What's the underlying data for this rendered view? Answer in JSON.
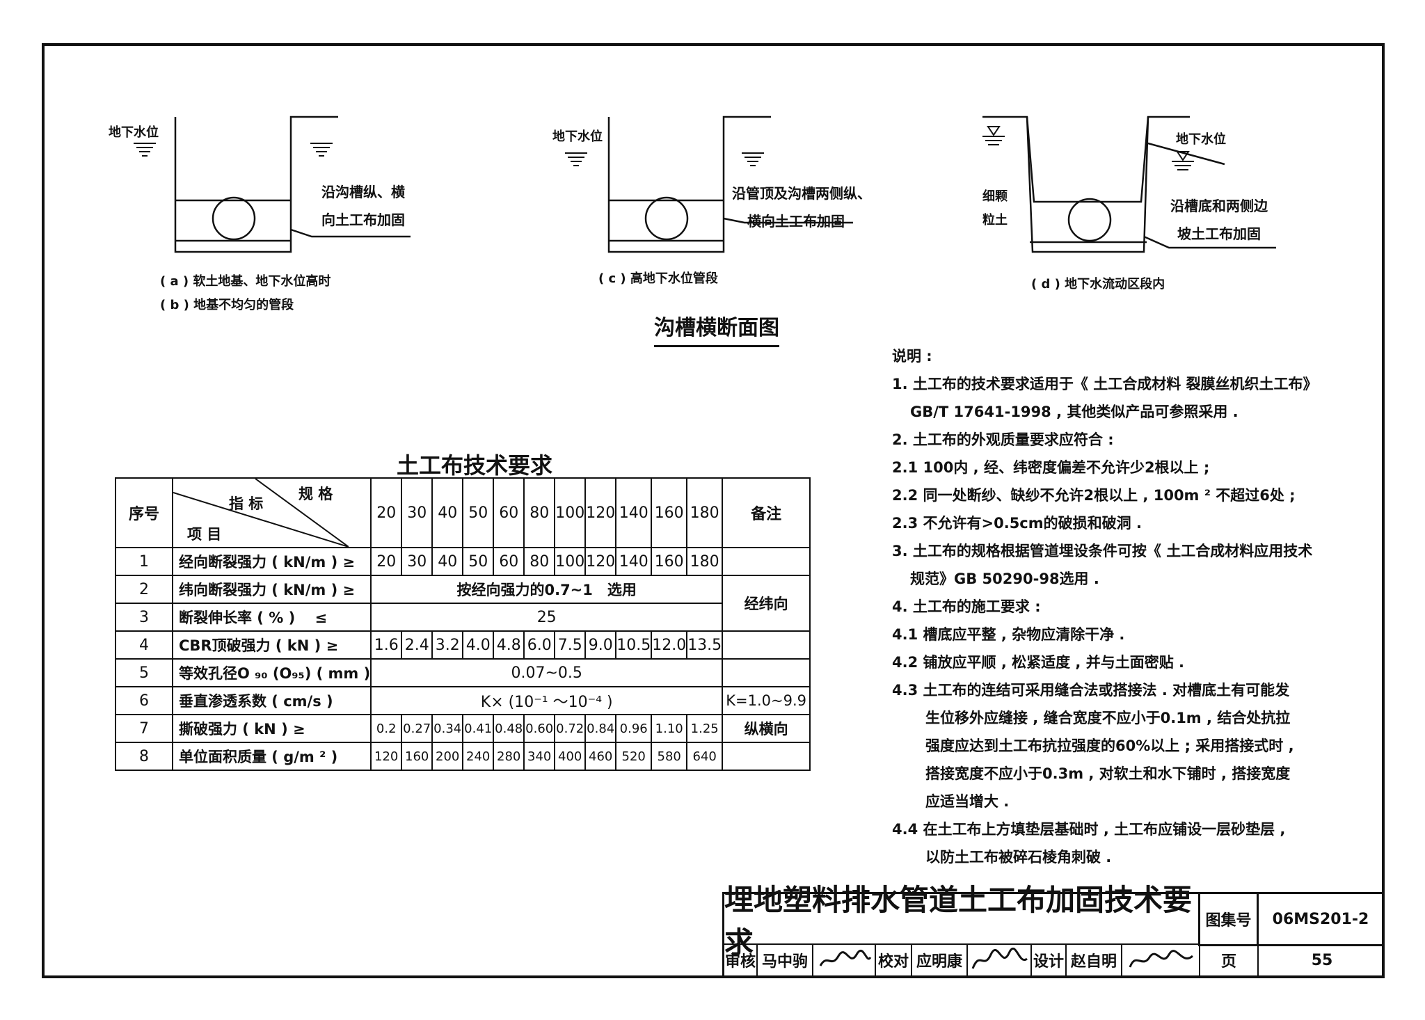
{
  "diagram": {
    "figure_title": "沟槽横断面图",
    "groundwater_label": "地下水位",
    "fig_ab": {
      "note_line1": "沿沟槽纵、横",
      "note_line2": "向土工布加固",
      "caption_a": "( a ) 软土地基、地下水位高时",
      "caption_b": "( b ) 地基不均匀的管段"
    },
    "fig_c": {
      "note_line1": "沿管顶及沟槽两侧纵、",
      "note_line2": "横向土工布加固",
      "caption": "( c ) 高地下水位管段"
    },
    "fig_d": {
      "soil_line1": "细颗",
      "soil_line2": "粒土",
      "note_line1": "沿槽底和两侧边",
      "note_line2": "坡土工布加固",
      "caption": "( d ) 地下水流动区段内"
    }
  },
  "spec_table": {
    "title": "土工布技术要求",
    "header": {
      "seq": "序号",
      "spec": "规 格",
      "index": "指 标",
      "item": "项 目",
      "remark": "备注",
      "grades": [
        "20",
        "30",
        "40",
        "50",
        "60",
        "80",
        "100",
        "120",
        "140",
        "160",
        "180"
      ]
    },
    "rows": [
      {
        "seq": "1",
        "item": "经向断裂强力 ( kN/m ) ≥",
        "values": [
          "20",
          "30",
          "40",
          "50",
          "60",
          "80",
          "100",
          "120",
          "140",
          "160",
          "180"
        ],
        "remark": ""
      },
      {
        "seq": "2",
        "item": "纬向断裂强力 ( kN/m ) ≥",
        "merged": "按经向强力的0.7~1　选用",
        "remark": "经纬向"
      },
      {
        "seq": "3",
        "item": "断裂伸长率 ( % )　 ≤",
        "merged": "25"
      },
      {
        "seq": "4",
        "item": "CBR顶破强力 ( kN ) ≥",
        "values": [
          "1.6",
          "2.4",
          "3.2",
          "4.0",
          "4.8",
          "6.0",
          "7.5",
          "9.0",
          "10.5",
          "12.0",
          "13.5"
        ],
        "remark": ""
      },
      {
        "seq": "5",
        "item": "等效孔径O ₉₀ (O₉₅) ( mm )",
        "merged": "0.07~0.5",
        "remark": ""
      },
      {
        "seq": "6",
        "item": "垂直渗透系数 ( cm/s )",
        "merged": "K× (10⁻¹ ～10⁻⁴ )",
        "remark": "K=1.0~9.9"
      },
      {
        "seq": "7",
        "item": "撕破强力 ( kN ) ≥",
        "values": [
          "0.2",
          "0.27",
          "0.34",
          "0.41",
          "0.48",
          "0.60",
          "0.72",
          "0.84",
          "0.96",
          "1.10",
          "1.25"
        ],
        "remark": "纵横向"
      },
      {
        "seq": "8",
        "item": "单位面积质量 ( g/m ² )",
        "values": [
          "120",
          "160",
          "200",
          "240",
          "280",
          "340",
          "400",
          "460",
          "520",
          "580",
          "640"
        ],
        "remark": ""
      }
    ]
  },
  "notes": {
    "heading": "说明 :",
    "lines": [
      "1. 土工布的技术要求适用于《 土工合成材料  裂膜丝机织土工布》",
      "GB/T 17641-1998 , 其他类似产品可参照采用 .",
      "2. 土工布的外观质量要求应符合 :",
      "2.1  100内 , 经、纬密度偏差不允许少2根以上 ;",
      "2.2  同一处断纱、缺纱不允许2根以上 , 100m ² 不超过6处 ;",
      "2.3  不允许有>0.5cm的破损和破洞 .",
      "3. 土工布的规格根据管道埋设条件可按《 土工合成材料应用技术",
      "规范》GB 50290-98选用 .",
      "4. 土工布的施工要求 :",
      "4.1  槽底应平整 , 杂物应清除干净 .",
      "4.2  铺放应平顺 , 松紧适度 , 并与土面密贴 .",
      "4.3  土工布的连结可采用缝合法或搭接法 . 对槽底土有可能发",
      "生位移外应缝接 , 缝合宽度不应小于0.1m , 结合处抗拉",
      "强度应达到土工布抗拉强度的60%以上 ; 采用搭接式时 ,",
      "搭接宽度不应小于0.3m , 对软土和水下铺时 , 搭接宽度",
      "应适当增大 .",
      "4.4  在土工布上方填垫层基础时 , 土工布应铺设一层砂垫层 ,",
      "以防土工布被碎石棱角刺破 ."
    ],
    "indent": [
      0,
      1,
      0,
      0,
      0,
      0,
      0,
      1,
      0,
      0,
      0,
      0,
      2,
      2,
      2,
      2,
      0,
      2
    ]
  },
  "title_block": {
    "title": "埋地塑料排水管道土工布加固技术要求",
    "atlas_label": "图集号",
    "atlas_no": "06MS201-2",
    "review_label": "审核",
    "reviewer": "马中驹",
    "check_label": "校对",
    "checker": "应明康",
    "design_label": "设计",
    "designer": "赵自明",
    "page_label": "页",
    "page_no": "55"
  }
}
